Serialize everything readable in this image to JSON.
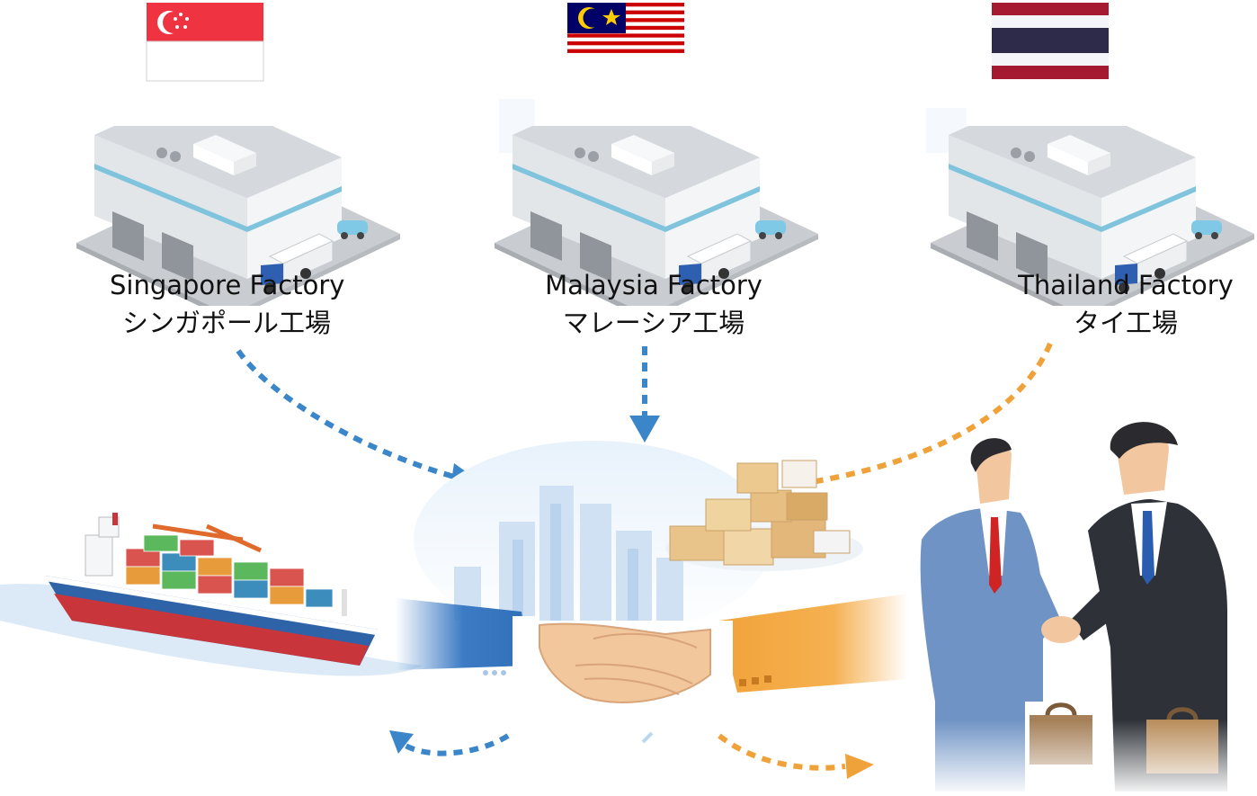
{
  "factories": [
    {
      "id": "singapore",
      "name_en": "Singapore Factory",
      "name_jp": "シンガポール工場",
      "flag": "singapore-flag"
    },
    {
      "id": "malaysia",
      "name_en": "Malaysia Factory",
      "name_jp": "マレーシア工場",
      "flag": "malaysia-flag"
    },
    {
      "id": "thailand",
      "name_en": "Thailand Factory",
      "name_jp": "タイ工場",
      "flag": "thailand-flag"
    }
  ],
  "colors": {
    "blue_arrow": "#3a86c8",
    "orange_arrow": "#f0a23a",
    "factory_wall": "#eef0f2",
    "factory_stripe": "#7fc4dc",
    "suit_light": "#6f93c4",
    "suit_dark": "#2e3238",
    "sleeve_blue": "#3d7cc4",
    "sleeve_orange": "#f2a33a"
  },
  "icons": [
    "factory-icon",
    "truck-icon",
    "cargo-ship-icon",
    "handshake-icon",
    "city-skyline-icon",
    "boxes-icon",
    "businessmen-icon"
  ]
}
